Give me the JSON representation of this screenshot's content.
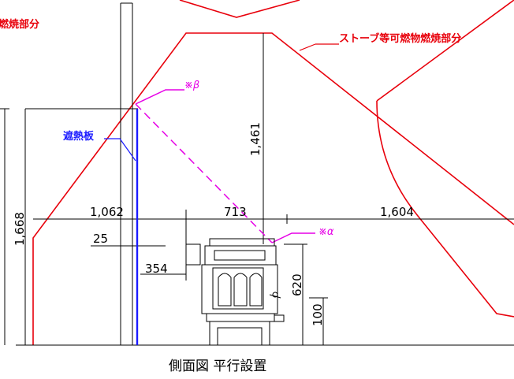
{
  "labels": {
    "combustible_top_left": "燃焼部分",
    "stove_combustible": "ストーブ等可燃物燃焼部分",
    "shield": "遮熱板",
    "beta": "※β",
    "alpha": "※α",
    "caption": "側面図 平行設置"
  },
  "dimensions": {
    "d1668": "1,668",
    "d1062": "1,062",
    "d713": "713",
    "d1604": "1,604",
    "d1461": "1,461",
    "d25": "25",
    "d354": "354",
    "d620": "620",
    "d100": "100"
  },
  "colors": {
    "red": "#e8000b",
    "blue": "#1a1aff",
    "magenta": "#e600e6",
    "black": "#000000"
  }
}
